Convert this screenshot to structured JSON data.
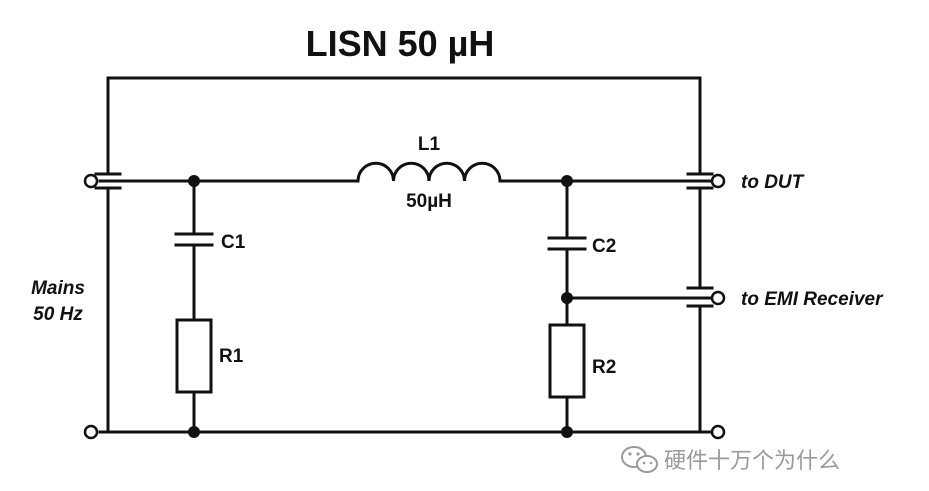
{
  "title": "LISN 50 µH",
  "components": {
    "l1": {
      "name": "L1",
      "value": "50µH"
    },
    "c1": {
      "name": "C1"
    },
    "c2": {
      "name": "C2"
    },
    "r1": {
      "name": "R1"
    },
    "r2": {
      "name": "R2"
    }
  },
  "ports": {
    "mains_line1": "Mains",
    "mains_line2": "50 Hz",
    "dut": "to DUT",
    "receiver": "to EMI Receiver"
  },
  "watermark": {
    "icon": "wechat-icon",
    "text": "硬件十万个为什么"
  },
  "colors": {
    "line": "#111111",
    "background": "#ffffff",
    "watermark": "#9a9a9a"
  }
}
